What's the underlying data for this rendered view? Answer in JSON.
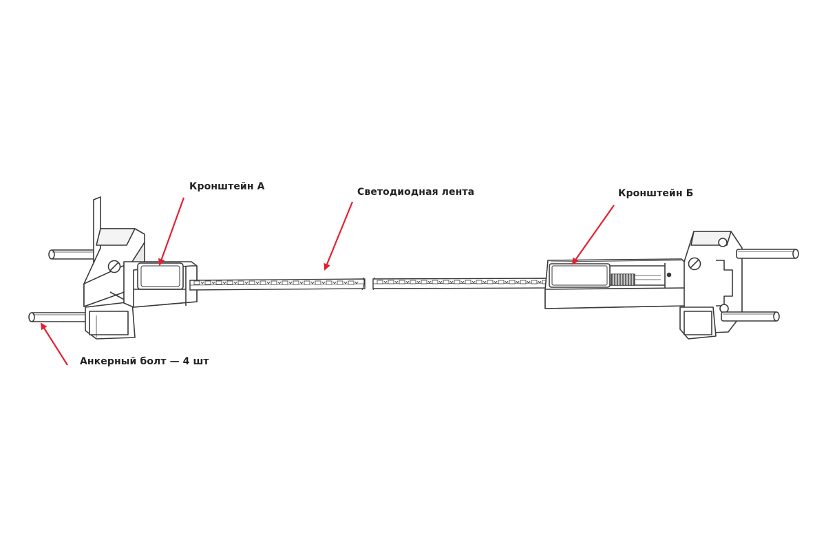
{
  "labels": {
    "bracket_a": "Кронштейн А",
    "led_strip": "Светодиодная лента",
    "bracket_b": "Кронштейн Б",
    "anchor_bolt": "Анкерный болт — 4 шт"
  },
  "colors": {
    "arrow": "#e2202f",
    "line": "#3a3a3a",
    "shade": "#8a8a8a",
    "text": "#222222",
    "background": "#ffffff"
  }
}
